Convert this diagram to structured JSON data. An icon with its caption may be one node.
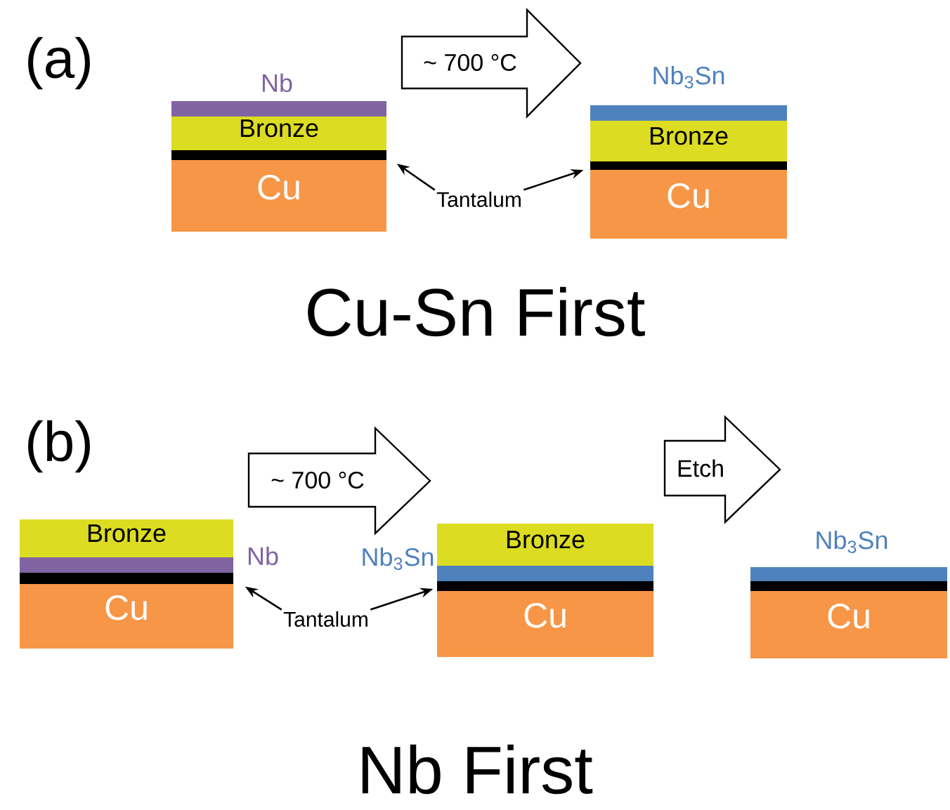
{
  "diagram": {
    "nodes": [
      {
        "text": [],
        "shape": "bar",
        "beside": [
          "Nb"
        ]
      },
      {
        "text": [
          "~ 700 °C"
        ]
      },
      {
        "text": [],
        "shape": "bar",
        "beside": [
          "Nb$_{3}$Sn"
        ]
      },
      {
        "text": [
          "Bronze"
        ]
      },
      {
        "text": [
          "Bronze"
        ]
      },
      {
        "text": [],
        "shape": "bar"
      },
      {
        "text": [],
        "shape": "bar"
      },
      {
        "text": [
          "Cu"
        ]
      },
      {
        "text": [
          "Cu"
        ]
      },
      {
        "text": [
          "Tantalum"
        ]
      },
      {
        "text": [
          "~ 700 °C"
        ]
      },
      {
        "text": [
          "Etch"
        ]
      },
      {
        "text": [
          "Bronze"
        ]
      },
      {
        "text": [],
        "shape": "bar",
        "beside": [
          "Nb"
        ]
      },
      {
        "text": [
          "Bronze"
        ]
      },
      {
        "text": [],
        "shape": "bar",
        "beside": [
          "Nb$_{3}$Sn"
        ]
      },
      {
        "text": [],
        "shape": "bar",
        "beside": [
          "Nb$_{3}$Sn"
        ]
      },
      {
        "text": [],
        "shape": "bar"
      },
      {
        "text": [],
        "shape": "bar"
      },
      {
        "text": [],
        "shape": "bar"
      },
      {
        "text": [
          "Cu"
        ]
      },
      {
        "text": [
          "Cu"
        ]
      },
      {
        "text": [
          "Cu"
        ]
      },
      {
        "text": [
          "Tantalum"
        ]
      }
    ],
    "edges": [
      {
        "from": 9,
        "to": 5,
        "arrow": "to"
      },
      {
        "from": 9,
        "to": 6,
        "arrow": "to"
      },
      {
        "from": 23,
        "to": 17,
        "arrow": "to"
      },
      {
        "from": 23,
        "to": 18,
        "arrow": "to"
      }
    ],
    "labels": [
      "(a)",
      "Cu-Sn First",
      "(b)",
      "Nb First"
    ]
  }
}
